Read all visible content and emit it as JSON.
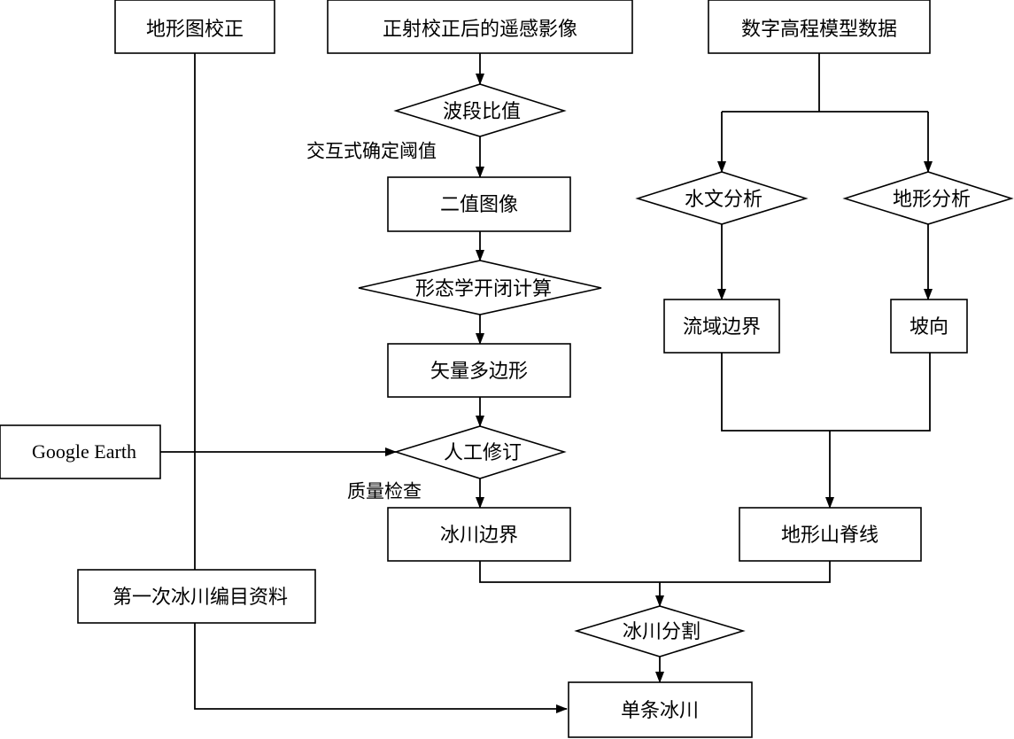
{
  "nodes": {
    "topo_correction": "地形图校正",
    "ortho_image": "正射校正后的遥感影像",
    "dem_data": "数字高程模型数据",
    "band_ratio": "波段比值",
    "binary_image": "二值图像",
    "morphology": "形态学开闭计算",
    "vector_polygon": "矢量多边形",
    "manual_revision": "人工修订",
    "glacier_boundary": "冰川边界",
    "hydro_analysis": "水文分析",
    "terrain_analysis": "地形分析",
    "basin_boundary": "流域边界",
    "aspect": "坡向",
    "ridge_line": "地形山脊线",
    "google_earth": "Google Earth",
    "glacier_inventory": "第一次冰川编目资料",
    "glacier_split": "冰川分割",
    "single_glacier": "单条冰川"
  },
  "annotations": {
    "threshold": "交互式确定阈值",
    "quality_check": "质量检查"
  }
}
